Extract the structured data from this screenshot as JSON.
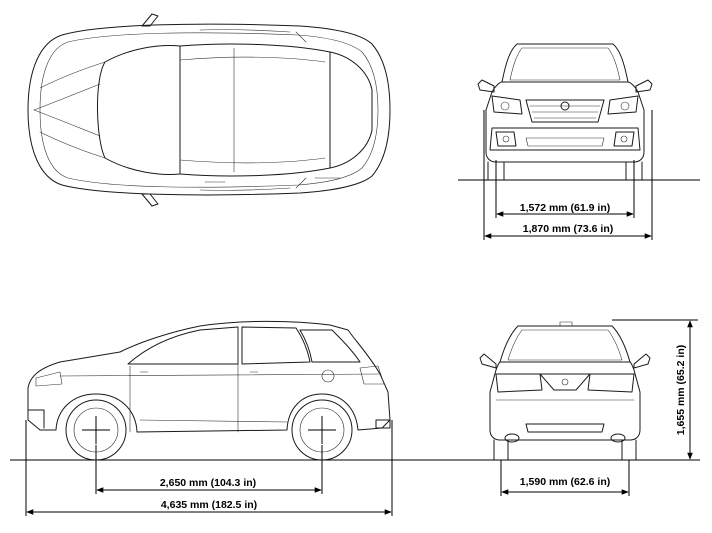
{
  "dimensions": {
    "front_track": "1,572 mm (61.9 in)",
    "overall_width": "1,870 mm (73.6 in)",
    "wheelbase": "2,650 mm (104.3 in)",
    "overall_length": "4,635 mm (182.5 in)",
    "rear_track": "1,590 mm (62.6 in)",
    "overall_height": "1,655 mm (65.2 in)"
  },
  "colors": {
    "line": "#1a1a1a",
    "background": "#ffffff"
  }
}
